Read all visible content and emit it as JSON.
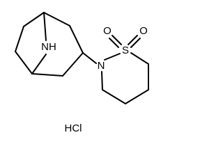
{
  "molecule": {
    "atoms": {
      "bridge_nitrogen": "NH",
      "ring_nitrogen": "N",
      "sulfur": "S",
      "oxygen_left": "O",
      "oxygen_right": "O"
    },
    "salt": "HCl"
  },
  "colors": {
    "bond": "#000000",
    "text": "#000000",
    "background": "#ffffff"
  }
}
